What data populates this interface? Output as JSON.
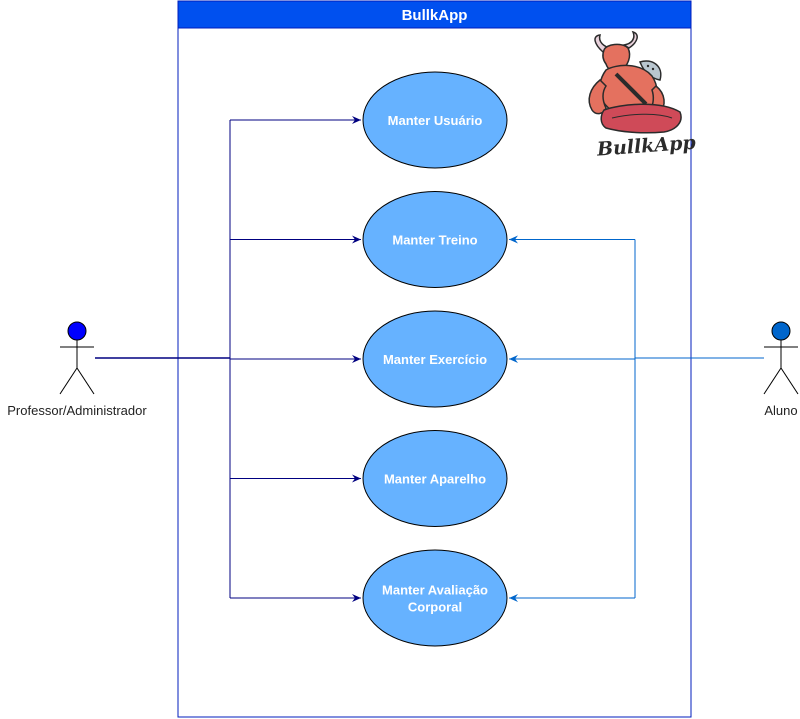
{
  "system": {
    "title": "BullkApp",
    "header_color": "#0050ef",
    "border_color": "#001dbc"
  },
  "logo": {
    "text": "BullkApp"
  },
  "use_cases": [
    {
      "id": "uc1",
      "lines": [
        "Manter Usuário"
      ]
    },
    {
      "id": "uc2",
      "lines": [
        "Manter Treino"
      ]
    },
    {
      "id": "uc3",
      "lines": [
        "Manter Exercício"
      ]
    },
    {
      "id": "uc4",
      "lines": [
        "Manter Aparelho"
      ]
    },
    {
      "id": "uc5",
      "lines": [
        "Manter Avaliação",
        "Corporal"
      ]
    }
  ],
  "use_case_style": {
    "fill": "#66b2ff",
    "stroke": "#000000"
  },
  "actors": {
    "left": {
      "label": "Professor/Administrador",
      "head_color": "#0000ff",
      "line_color": "#000080"
    },
    "right": {
      "label": "Aluno",
      "head_color": "#0066cc",
      "line_color": "#0066cc"
    }
  },
  "associations": {
    "left": [
      "uc1",
      "uc2",
      "uc3",
      "uc4",
      "uc5"
    ],
    "right": [
      "uc2",
      "uc3",
      "uc5"
    ]
  }
}
